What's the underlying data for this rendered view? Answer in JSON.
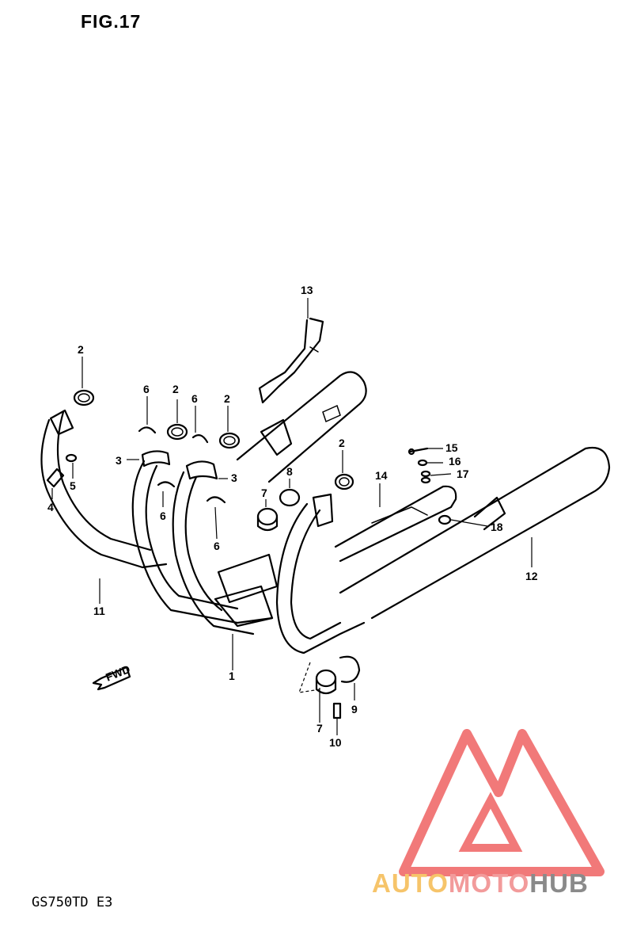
{
  "figure": {
    "title": "FIG.17",
    "model_code": "GS750TD  E3"
  },
  "callouts": [
    {
      "id": "c13",
      "label": "13"
    },
    {
      "id": "c2a",
      "label": "2"
    },
    {
      "id": "c6a",
      "label": "6"
    },
    {
      "id": "c2b",
      "label": "2"
    },
    {
      "id": "c6b",
      "label": "6"
    },
    {
      "id": "c2c",
      "label": "2"
    },
    {
      "id": "c2d",
      "label": "2"
    },
    {
      "id": "c15",
      "label": "15"
    },
    {
      "id": "c16",
      "label": "16"
    },
    {
      "id": "c17",
      "label": "17"
    },
    {
      "id": "c14",
      "label": "14"
    },
    {
      "id": "c18",
      "label": "18"
    },
    {
      "id": "c3a",
      "label": "3"
    },
    {
      "id": "c3b",
      "label": "3"
    },
    {
      "id": "c5",
      "label": "5"
    },
    {
      "id": "c4",
      "label": "4"
    },
    {
      "id": "c6c",
      "label": "6"
    },
    {
      "id": "c6d",
      "label": "6"
    },
    {
      "id": "c7a",
      "label": "7"
    },
    {
      "id": "c8",
      "label": "8"
    },
    {
      "id": "c12",
      "label": "12"
    },
    {
      "id": "c11",
      "label": "11"
    },
    {
      "id": "c1",
      "label": "1"
    },
    {
      "id": "c9",
      "label": "9"
    },
    {
      "id": "c7b",
      "label": "7"
    },
    {
      "id": "c10",
      "label": "10"
    }
  ],
  "direction_marker": {
    "label": "FWD"
  },
  "watermark": {
    "part1": "AUTO",
    "part2": "MOTO",
    "part3": "HUB",
    "colors": {
      "auto": "#f6c46a",
      "moto": "#f29b9b",
      "hub": "#8a8a8a",
      "triangle": "#f06a6a"
    }
  }
}
